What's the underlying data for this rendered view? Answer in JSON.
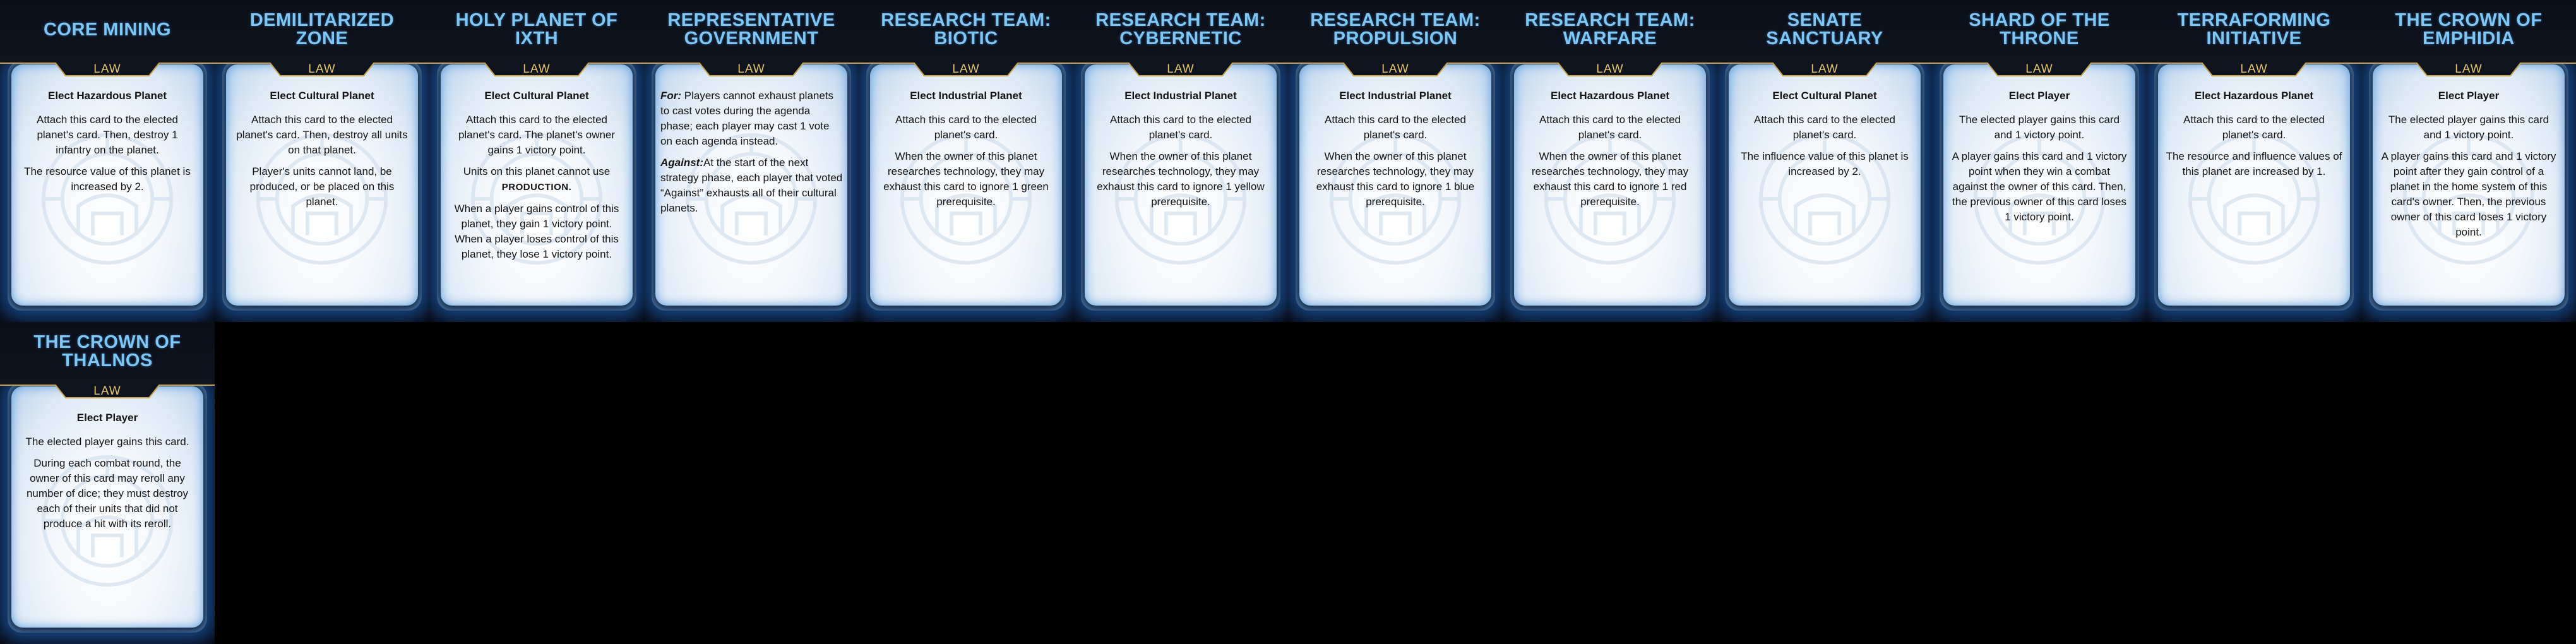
{
  "colors": {
    "title": "#7fc6f3",
    "law_label": "#e3c46c",
    "glow": "#2878e6",
    "panel": "#f4f8fc",
    "background": "#000000"
  },
  "cards": [
    {
      "title": "CORE MINING",
      "type": "LAW",
      "subtitle": "Elect Hazardous Planet",
      "paragraphs": [
        "Attach this card to the elected planet's card. Then, destroy 1 infantry on the planet.",
        "The resource value of this planet is increased by 2."
      ]
    },
    {
      "title": "DEMILITARIZED ZONE",
      "type": "LAW",
      "subtitle": "Elect Cultural Planet",
      "paragraphs": [
        "Attach this card to the elected planet's card. Then, destroy all units on that planet.",
        "Player's units cannot land, be produced, or be placed on this planet."
      ]
    },
    {
      "title": "HOLY PLANET OF IXTH",
      "type": "LAW",
      "subtitle": "Elect Cultural Planet",
      "paragraphs": [
        "Attach this card to the elected planet's card. The planet's owner gains 1 victory point.",
        "Units on this planet cannot use",
        "When a player gains control of this planet, they gain 1 victory point. When a player loses control of this planet, they lose 1 victory point."
      ],
      "emphasis": "PRODUCTION."
    },
    {
      "title": "REPRESENTATIVE GOVERNMENT",
      "type": "LAW",
      "subtitle": "",
      "for_label": "For:",
      "for_text": "Players cannot exhaust planets to cast votes during the agenda phase; each player may cast 1 vote on each agenda instead.",
      "against_label": "Against:",
      "against_text": "At the start of the next strategy phase, each player that voted “Against” exhausts all of their cultural planets."
    },
    {
      "title": "RESEARCH TEAM: BIOTIC",
      "type": "LAW",
      "subtitle": "Elect Industrial Planet",
      "paragraphs": [
        "Attach this card to the elected planet's card.",
        "When the owner of this planet researches technology, they may exhaust this card to ignore 1 green prerequisite."
      ]
    },
    {
      "title": "RESEARCH TEAM: CYBERNETIC",
      "type": "LAW",
      "subtitle": "Elect Industrial Planet",
      "paragraphs": [
        "Attach this card to the elected planet's card.",
        "When the owner of this planet researches technology, they may exhaust this card to ignore 1 yellow prerequisite."
      ]
    },
    {
      "title": "RESEARCH TEAM: PROPULSION",
      "type": "LAW",
      "subtitle": "Elect Industrial Planet",
      "paragraphs": [
        "Attach this card to the elected planet's card.",
        "When the owner of this planet researches technology, they may exhaust this card to ignore 1 blue prerequisite."
      ]
    },
    {
      "title": "RESEARCH TEAM: WARFARE",
      "type": "LAW",
      "subtitle": "Elect Hazardous Planet",
      "paragraphs": [
        "Attach this card to the elected planet's card.",
        "When the owner of this planet researches technology, they may exhaust this card to ignore 1 red prerequisite."
      ]
    },
    {
      "title": "SENATE SANCTUARY",
      "type": "LAW",
      "subtitle": "Elect Cultural Planet",
      "paragraphs": [
        "Attach this card to the elected planet's card.",
        "The influence value of this planet is increased by 2."
      ]
    },
    {
      "title": "SHARD OF THE THRONE",
      "type": "LAW",
      "subtitle": "Elect Player",
      "paragraphs": [
        "The elected player gains this card and 1 victory point.",
        "A player gains this card and 1 victory point when they win a combat against the owner of this card. Then, the previous owner of this card loses 1 victory point."
      ]
    },
    {
      "title": "TERRAFORMING INITIATIVE",
      "type": "LAW",
      "subtitle": "Elect Hazardous Planet",
      "paragraphs": [
        "Attach this card to the elected planet's card.",
        "The resource and influence values of this planet are increased by 1."
      ]
    },
    {
      "title": "THE CROWN OF EMPHIDIA",
      "type": "LAW",
      "subtitle": "Elect Player",
      "paragraphs": [
        "The elected player gains this card and 1 victory point.",
        "A player gains this card and 1 victory point after they gain control of a planet in the home system of this card's owner. Then, the previous owner of this card loses 1 victory point."
      ]
    },
    {
      "title": "THE CROWN OF THALNOS",
      "type": "LAW",
      "subtitle": "Elect Player",
      "paragraphs": [
        "The elected player gains this card.",
        "During each combat round, the owner of this card may reroll any number of dice; they must destroy each of their units that did not produce a hit with its reroll."
      ]
    }
  ]
}
